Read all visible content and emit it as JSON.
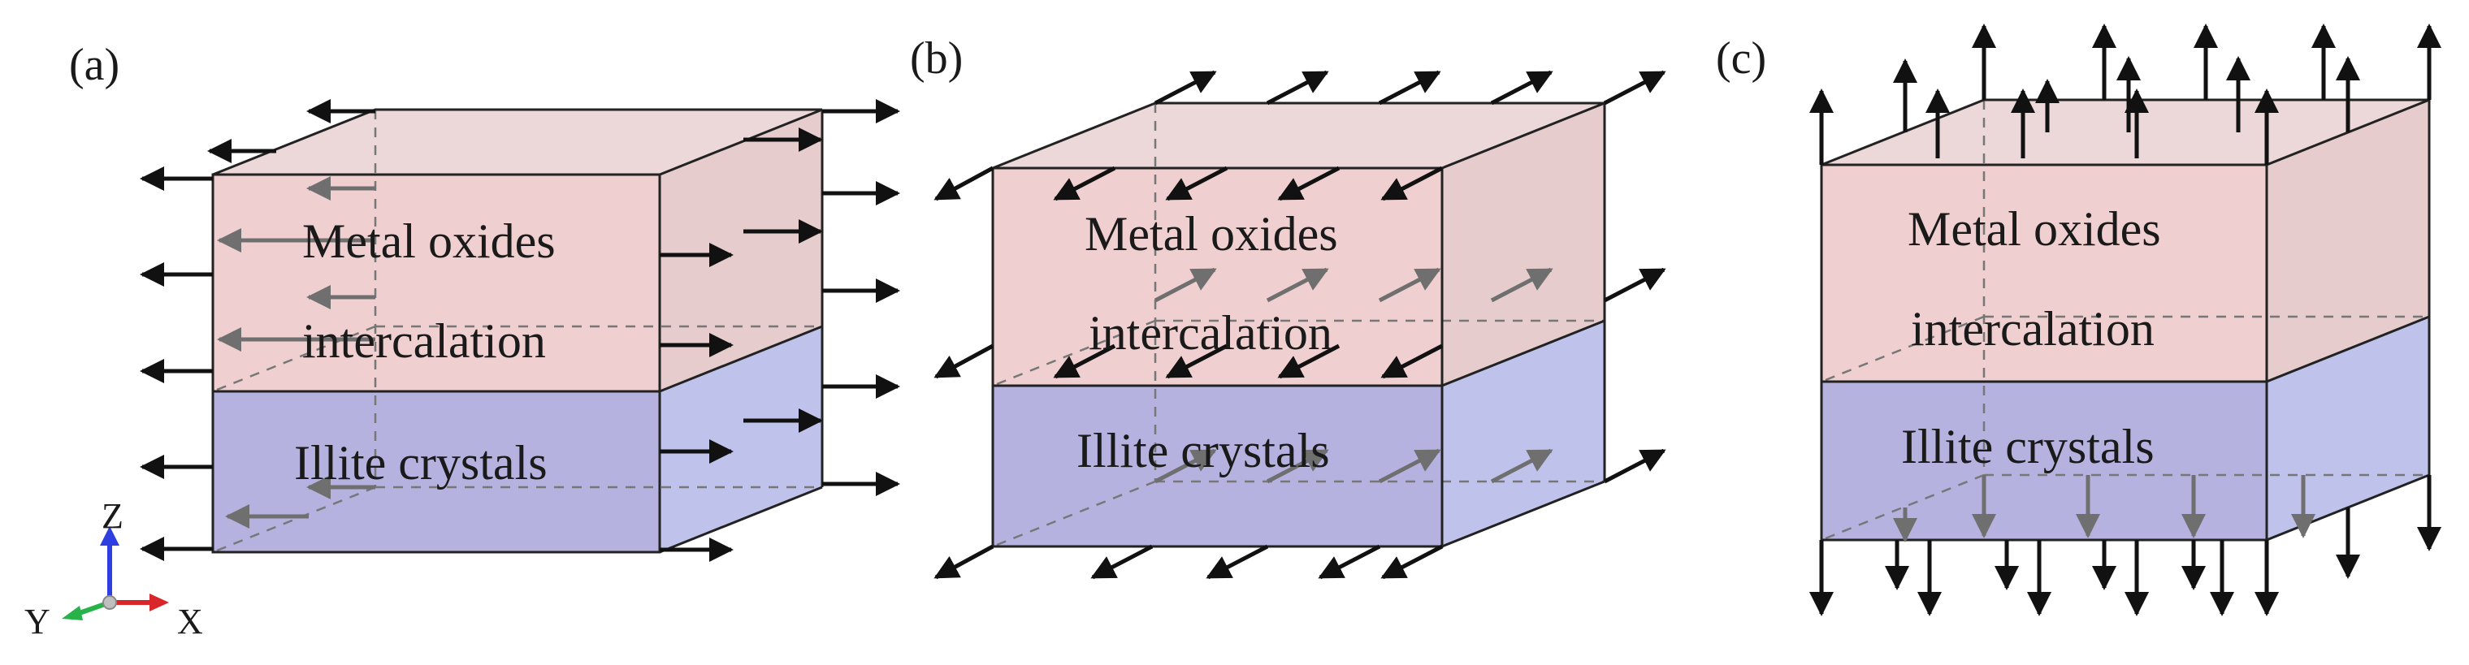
{
  "panels": [
    {
      "id": "a",
      "label": "(a)",
      "layers": {
        "top": [
          "Metal oxides",
          "intercalation"
        ],
        "bottom": "Illite crystals"
      }
    },
    {
      "id": "b",
      "label": "(b)",
      "layers": {
        "top": [
          "Metal oxides",
          "intercalation"
        ],
        "bottom": "Illite crystals"
      }
    },
    {
      "id": "c",
      "label": "(c)",
      "layers": {
        "top": [
          "Metal oxides",
          "intercalation"
        ],
        "bottom": "Illite crystals"
      }
    }
  ],
  "axes": {
    "z": "Z",
    "y": "Y",
    "x": "X"
  },
  "colors": {
    "oxide_front": "#efcfcf",
    "oxide_side": "#e6cccc",
    "oxide_top": "#ecd8d8",
    "illite_front": "#b6b2e0",
    "illite_side": "#bfc2ea",
    "edge": "#222222",
    "hidden_edge": "#777777",
    "arrow_front": "#111111",
    "arrow_back": "#6f6f6f",
    "axis_z": "#2e3ee0",
    "axis_y": "#27b24a",
    "axis_x": "#d9262b"
  }
}
